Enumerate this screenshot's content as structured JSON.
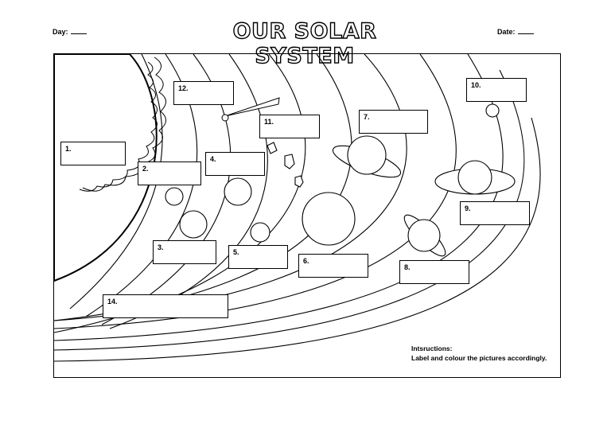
{
  "header": {
    "day_label": "Day:",
    "date_label": "Date:",
    "title": "OUR SOLAR SYSTEM"
  },
  "labels": [
    "1.",
    "2.",
    "3.",
    "4.",
    "5.",
    "6.",
    "7.",
    "8.",
    "9.",
    "10.",
    "11.",
    "12.",
    "14."
  ],
  "instructions": {
    "heading": "Intsructions:",
    "text": "Label and colour the pictures accordingly."
  }
}
